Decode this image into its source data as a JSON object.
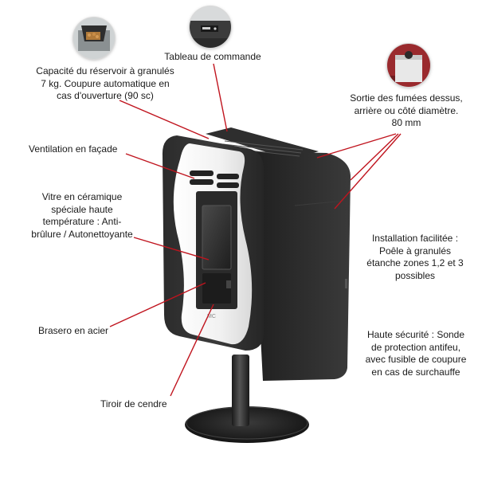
{
  "callouts": {
    "tank": {
      "line1": "Capacité du réservoir à granulés",
      "line2": "7 kg. Coupure automatique en",
      "line3": "cas d'ouverture (90 sc)"
    },
    "control_panel": "Tableau de commande",
    "flue": {
      "line1": "Sortie des fumées dessus,",
      "line2": "arrière ou côté  diamètre.",
      "line3": "80 mm"
    },
    "ventilation": "Ventilation en façade",
    "glass": {
      "line1": "Vitre en céramique",
      "line2": "spéciale haute",
      "line3": "température : Anti-",
      "line4": "brûlure / Autonettoyante"
    },
    "installation": {
      "line1": "Installation facilitée :",
      "line2": "Poêle à granulés",
      "line3": "étanche zones 1,2 et 3",
      "line4": "possibles"
    },
    "brasero": "Brasero en acier",
    "safety": {
      "line1": "Haute sécurité : Sonde",
      "line2": "de protection antifeu,",
      "line3": "avec fusible de coupure",
      "line4": "en cas de surchauffe"
    },
    "ash_drawer": "Tiroir de cendre"
  },
  "colors": {
    "leader_line": "#c0141e",
    "stove_body": "#2a2a2a",
    "stove_front_panel": "#f2f2f2"
  },
  "icons": [
    "pellet-tank-thumbnail",
    "control-panel-thumbnail",
    "flue-outlet-thumbnail"
  ]
}
